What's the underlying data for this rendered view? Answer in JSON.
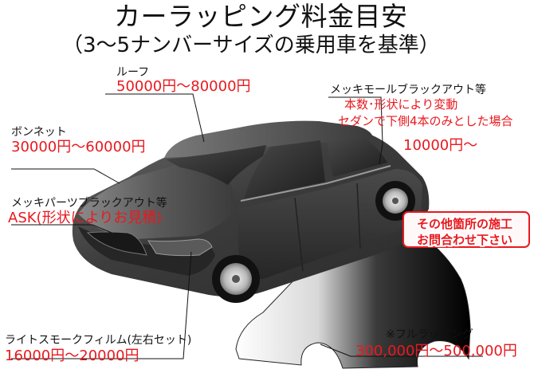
{
  "title": "カーラッピング料金目安",
  "subtitle": "（3～5ナンバーサイズの乗用車を基準）",
  "roof": {
    "label": "ルーフ",
    "price": "50000円～80000円"
  },
  "bonnet": {
    "label": "ボンネット",
    "price": "30000円～60000円"
  },
  "parts": {
    "label": "メッキパーツブラックアウト等",
    "price": "ASK(形状によりお見積)"
  },
  "molding": {
    "label": "メッキモールブラックアウト等",
    "note1": "本数･形状により変動",
    "note2": "セダンで下側4本のみとした場合",
    "price": "10000円～"
  },
  "other": {
    "line1": "その他箇所の施工",
    "line2": "お問合わせ下さい"
  },
  "light": {
    "label": "ライトスモークフィルム(左右セット)",
    "price": "16000円～20000円"
  },
  "full": {
    "label": "※フルラッピング",
    "price": "300,000円～500,000円"
  },
  "colors": {
    "accent": "#e8191f",
    "car_body": "#3a3a3a",
    "text": "#111111"
  }
}
